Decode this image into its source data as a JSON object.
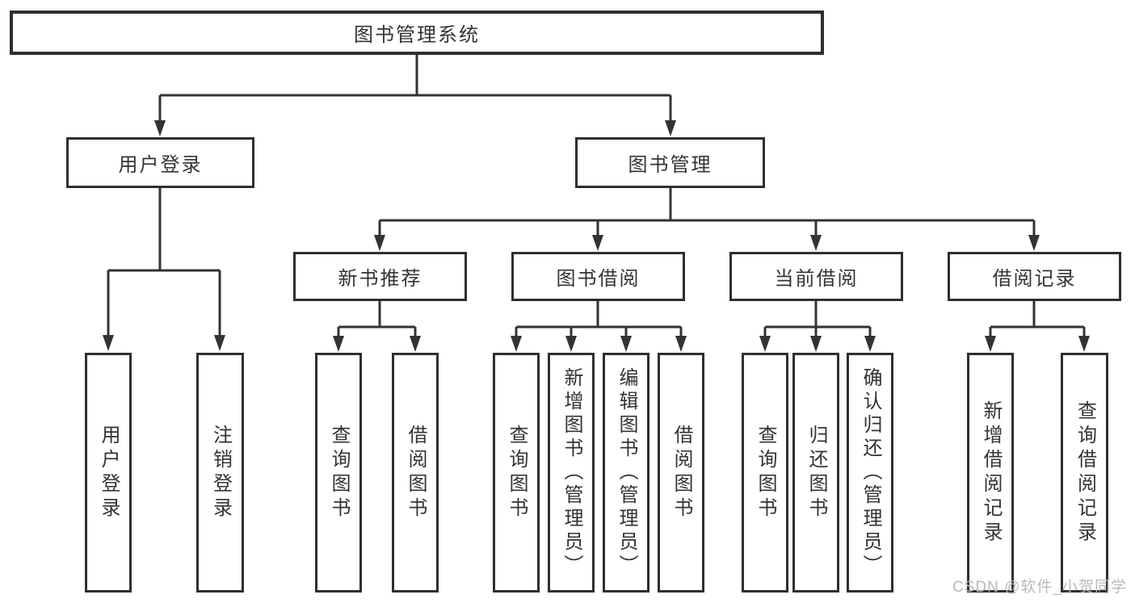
{
  "diagram": {
    "title": "图书管理系统",
    "root": "图书管理系统",
    "level2": [
      "用户登录",
      "图书管理"
    ],
    "level3": [
      "新书推荐",
      "图书借阅",
      "当前借阅",
      "借阅记录"
    ],
    "leaves_user_login": [
      "用户登录",
      "注销登录"
    ],
    "leaves_new_book": [
      "查询图书",
      "借阅图书"
    ],
    "leaves_book_borrow": [
      "查询图书",
      "新增图书（管理员）",
      "编辑图书（管理员）",
      "借阅图书"
    ],
    "leaves_current_borrow": [
      "查询图书",
      "归还图书",
      "确认归还（管理员）"
    ],
    "leaves_borrow_records": [
      "新增借阅记录",
      "查询借阅记录"
    ]
  },
  "watermark": "CSDN @软件_小贺同学",
  "colors": {
    "line": "#333333",
    "text": "#333333",
    "box_background": "#ffffff",
    "watermark": "#b9b9b9",
    "page_background": "#ffffff"
  }
}
